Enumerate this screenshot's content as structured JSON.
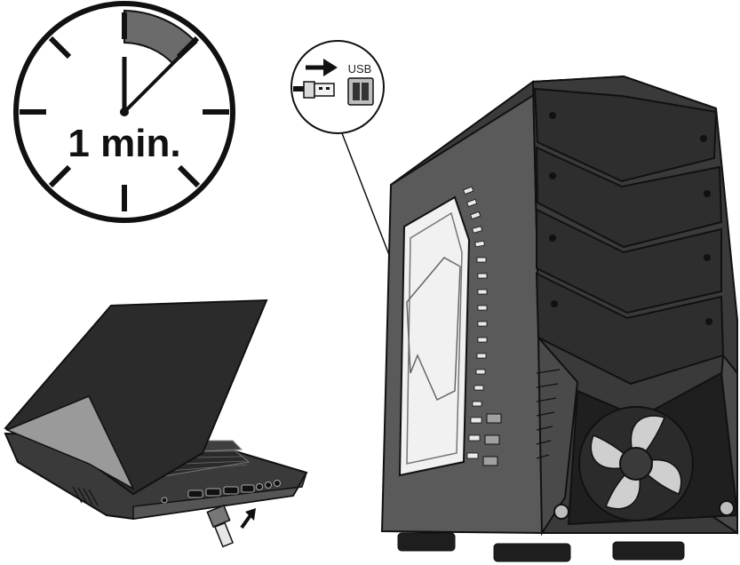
{
  "clock": {
    "label": "1 min.",
    "elapsed_minutes": 1,
    "accent_color": "#6b6b6b"
  },
  "usb_callout": {
    "label": "USB"
  },
  "colors": {
    "outline": "#111111",
    "dark_body": "#2f2f2f",
    "mid_gray": "#6e6e6e",
    "light_gray": "#cfcfcf",
    "panel_white": "#f2f2f2"
  }
}
